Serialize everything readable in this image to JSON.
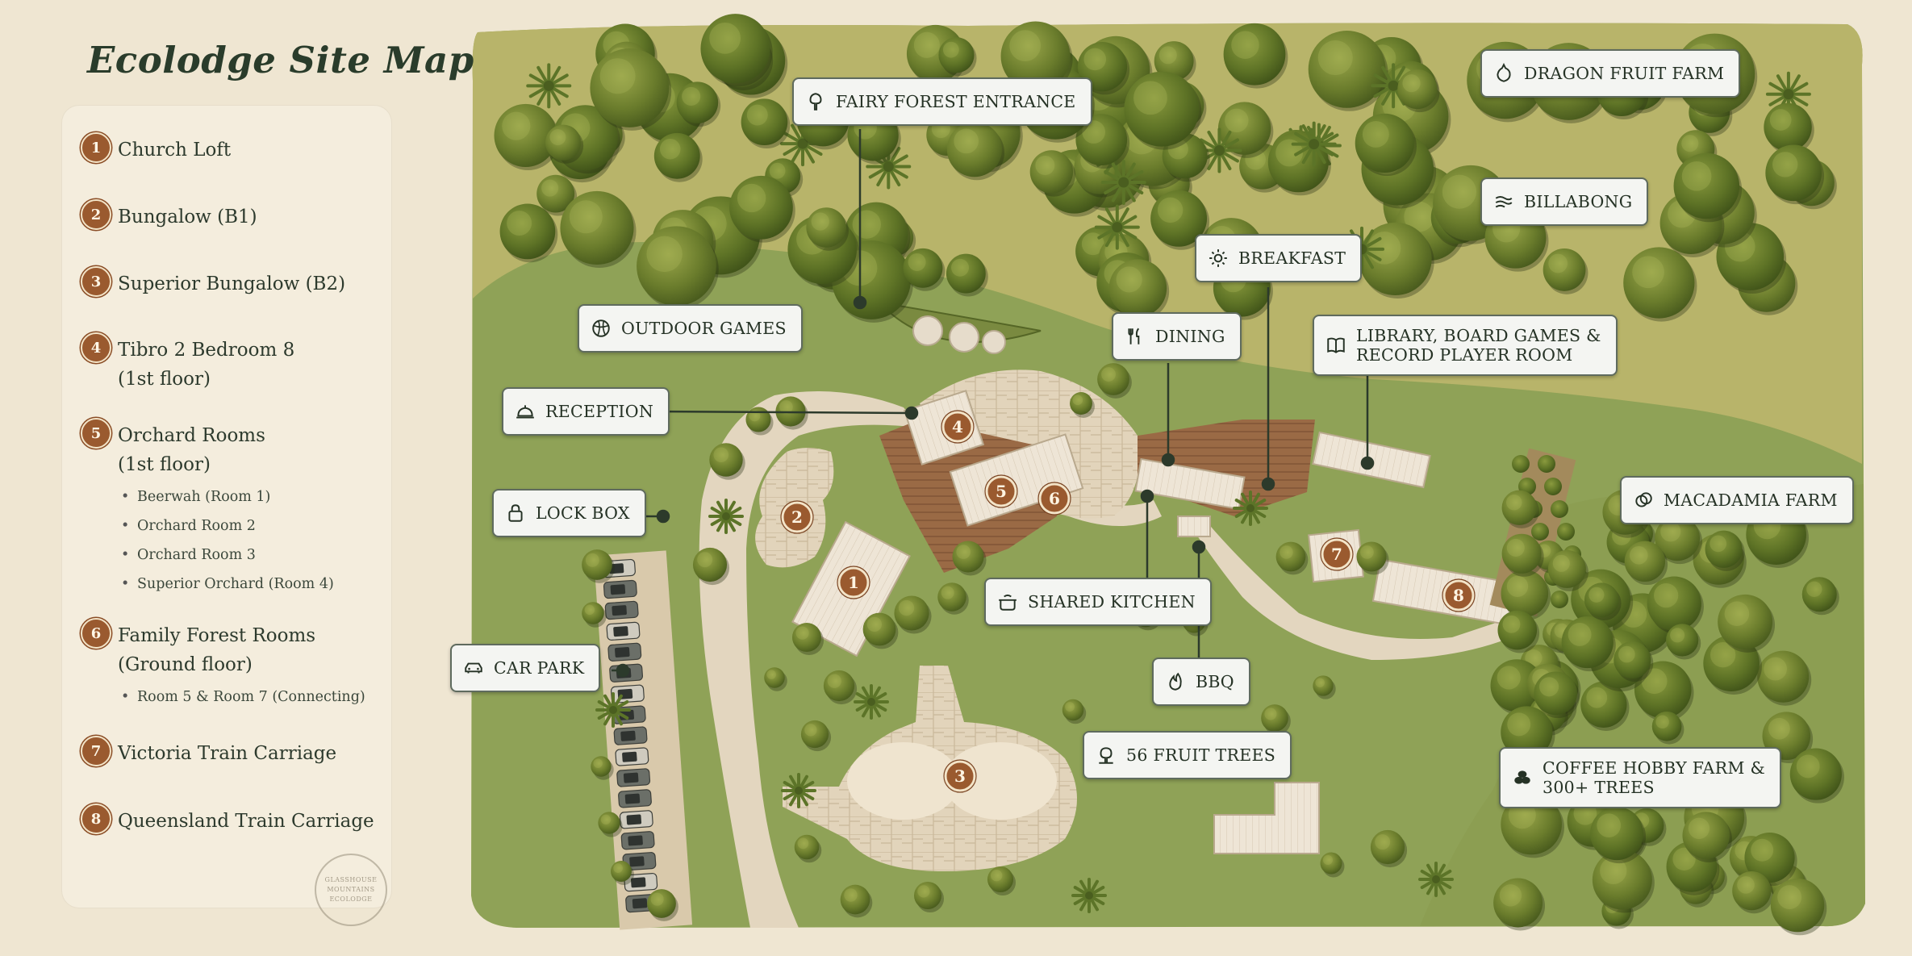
{
  "title": "Ecolodge Site Map",
  "legend": [
    {
      "num": "1",
      "name": "Church Loft",
      "subs": []
    },
    {
      "num": "2",
      "name": "Bungalow (B1)",
      "subs": []
    },
    {
      "num": "3",
      "name": "Superior Bungalow (B2)",
      "subs": []
    },
    {
      "num": "4",
      "name": "Tibro 2 Bedroom 8",
      "name2": "(1st floor)",
      "subs": []
    },
    {
      "num": "5",
      "name": "Orchard Rooms",
      "name2": "(1st floor)",
      "subs": [
        "Beerwah (Room 1)",
        "Orchard Room 2",
        "Orchard Room 3",
        "Superior Orchard (Room 4)"
      ]
    },
    {
      "num": "6",
      "name": "Family Forest Rooms",
      "name2": "(Ground floor)",
      "subs": [
        "Room 5 & Room 7 (Connecting)"
      ]
    },
    {
      "num": "7",
      "name": "Victoria Train Carriage",
      "subs": []
    },
    {
      "num": "8",
      "name": "Queensland Train Carriage",
      "subs": []
    }
  ],
  "map_labels": {
    "fairy_forest": {
      "text": "FAIRY FOREST ENTRANCE",
      "icon": "tree-icon"
    },
    "dragon_fruit": {
      "text": "DRAGON FRUIT FARM",
      "icon": "dragon-fruit-icon"
    },
    "billabong": {
      "text": "BILLABONG",
      "icon": "water-waves-icon"
    },
    "breakfast": {
      "text": "BREAKFAST",
      "icon": "sun-icon"
    },
    "outdoor_games": {
      "text": "OUTDOOR GAMES",
      "icon": "ball-icon"
    },
    "dining": {
      "text": "DINING",
      "icon": "cutlery-icon"
    },
    "library": {
      "text": "LIBRARY, BOARD GAMES &",
      "text2": "RECORD PLAYER ROOM",
      "icon": "book-icon"
    },
    "reception": {
      "text": "RECEPTION",
      "icon": "bell-icon"
    },
    "lock_box": {
      "text": "LOCK BOX",
      "icon": "lock-icon"
    },
    "macadamia": {
      "text": "MACADAMIA FARM",
      "icon": "nut-icon"
    },
    "shared_kitchen": {
      "text": "SHARED KITCHEN",
      "icon": "pot-icon"
    },
    "car_park": {
      "text": "CAR PARK",
      "icon": "car-icon"
    },
    "bbq": {
      "text": "BBQ",
      "icon": "flame-icon"
    },
    "fruit_trees": {
      "text": "56 FRUIT TREES",
      "icon": "fruit-tree-icon"
    },
    "coffee": {
      "text": "COFFEE HOBBY FARM &",
      "text2": "300+ TREES",
      "icon": "coffee-bean-icon"
    }
  },
  "markers": [
    "1",
    "2",
    "3",
    "4",
    "5",
    "6",
    "7",
    "8"
  ],
  "colors": {
    "parchment": "#efe6d2",
    "grass": "#8fa257",
    "forest": "#b9b768",
    "path": "#e3d6bf",
    "deck": "#9a6a45",
    "marker": "#9a5a2f",
    "label_border": "#5f6b5e"
  },
  "stamp": {
    "line1": "GLASSHOUSE",
    "line2": "MOUNTAINS",
    "line3": "ECOLODGE"
  }
}
